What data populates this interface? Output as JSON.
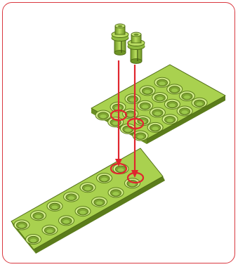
{
  "figure": {
    "kind": "assembly-instruction",
    "frame_color": "#d9383f",
    "part_color": "#a7cf4e",
    "part_dark": "#5c7d1c",
    "hole_inner": "#7ea532",
    "highlight_color": "#e0262e",
    "arrow_color": "#e0262e",
    "parts": {
      "upper_plate": {
        "rows": 4,
        "cols": 5
      },
      "lower_plate": {
        "rows": 2,
        "cols": 7
      },
      "connectors": {
        "count": 2
      }
    }
  }
}
